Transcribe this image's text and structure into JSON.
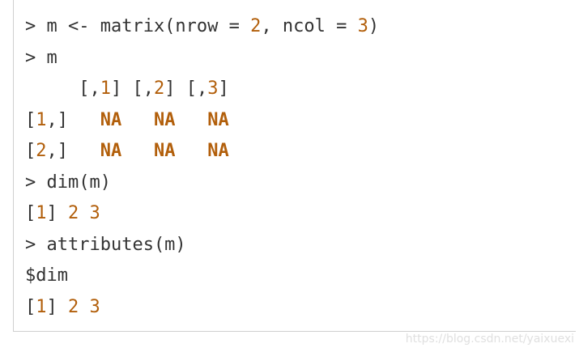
{
  "console": {
    "lines": [
      {
        "parts": [
          {
            "text": "> m <- matrix(nrow = ",
            "style": "plain"
          },
          {
            "text": "2",
            "style": "num"
          },
          {
            "text": ", ncol = ",
            "style": "plain"
          },
          {
            "text": "3",
            "style": "num"
          },
          {
            "text": ")",
            "style": "plain"
          }
        ]
      },
      {
        "parts": [
          {
            "text": "> m",
            "style": "plain"
          }
        ]
      },
      {
        "parts": [
          {
            "text": "     [,",
            "style": "plain"
          },
          {
            "text": "1",
            "style": "num"
          },
          {
            "text": "] [,",
            "style": "plain"
          },
          {
            "text": "2",
            "style": "num"
          },
          {
            "text": "] [,",
            "style": "plain"
          },
          {
            "text": "3",
            "style": "num"
          },
          {
            "text": "]",
            "style": "plain"
          }
        ]
      },
      {
        "parts": [
          {
            "text": "[",
            "style": "plain"
          },
          {
            "text": "1",
            "style": "num"
          },
          {
            "text": ",]   ",
            "style": "plain"
          },
          {
            "text": "NA",
            "style": "na"
          },
          {
            "text": "   ",
            "style": "plain"
          },
          {
            "text": "NA",
            "style": "na"
          },
          {
            "text": "   ",
            "style": "plain"
          },
          {
            "text": "NA",
            "style": "na"
          }
        ]
      },
      {
        "parts": [
          {
            "text": "[",
            "style": "plain"
          },
          {
            "text": "2",
            "style": "num"
          },
          {
            "text": ",]   ",
            "style": "plain"
          },
          {
            "text": "NA",
            "style": "na"
          },
          {
            "text": "   ",
            "style": "plain"
          },
          {
            "text": "NA",
            "style": "na"
          },
          {
            "text": "   ",
            "style": "plain"
          },
          {
            "text": "NA",
            "style": "na"
          }
        ]
      },
      {
        "parts": [
          {
            "text": "> dim(m)",
            "style": "plain"
          }
        ]
      },
      {
        "parts": [
          {
            "text": "[",
            "style": "plain"
          },
          {
            "text": "1",
            "style": "num"
          },
          {
            "text": "] ",
            "style": "plain"
          },
          {
            "text": "2",
            "style": "num"
          },
          {
            "text": " ",
            "style": "plain"
          },
          {
            "text": "3",
            "style": "num"
          }
        ]
      },
      {
        "parts": [
          {
            "text": "> attributes(m)",
            "style": "plain"
          }
        ]
      },
      {
        "parts": [
          {
            "text": "$dim",
            "style": "plain"
          }
        ]
      },
      {
        "parts": [
          {
            "text": "[",
            "style": "plain"
          },
          {
            "text": "1",
            "style": "num"
          },
          {
            "text": "] ",
            "style": "plain"
          },
          {
            "text": "2",
            "style": "num"
          },
          {
            "text": " ",
            "style": "plain"
          },
          {
            "text": "3",
            "style": "num"
          }
        ]
      }
    ]
  },
  "watermark": "https://blog.csdn.net/yaixuexi",
  "colors": {
    "text": "#333333",
    "number": "#b25f0b",
    "border": "#cfcfcf"
  }
}
